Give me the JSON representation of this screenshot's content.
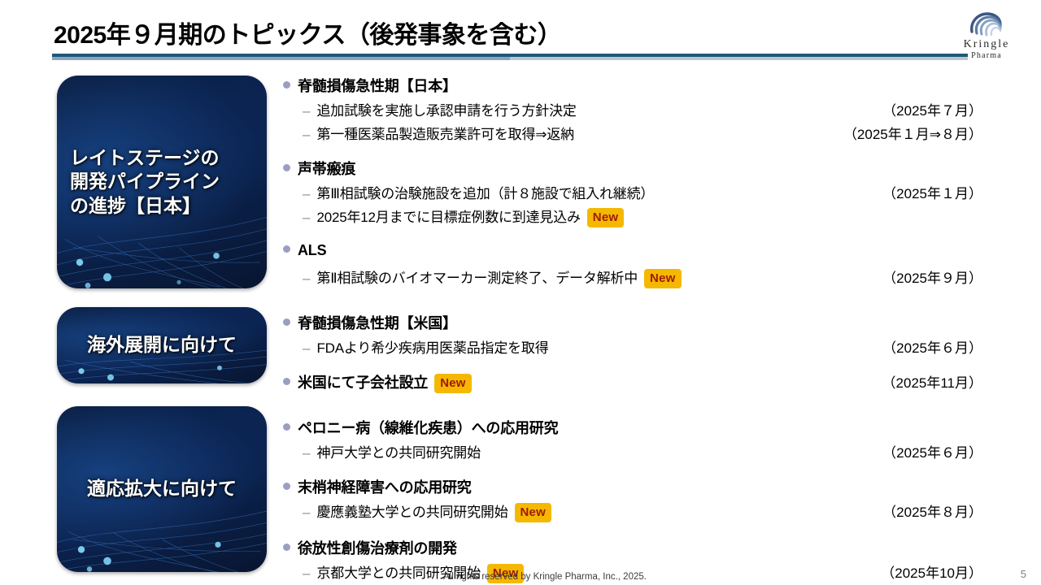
{
  "header": {
    "title": "2025年９月期のトピックス（後発事象を含む）",
    "logo_name": "Kringle",
    "logo_sub": "Pharma",
    "logo_icon": "kringle-swirl-mark"
  },
  "colors": {
    "accent_bar_top": "#1f5878",
    "accent_bar_bottom": "#8ba4bd",
    "badge_bg": "#f5b800",
    "badge_text": "#a01a08",
    "bullet": "#9a9ec4",
    "card_navy": "#0a1a3a"
  },
  "cards": [
    {
      "label": "レイトステージの\n開発パイプライン\nの進捗【日本】"
    },
    {
      "label": "海外展開に向けて"
    },
    {
      "label": "適応拡大に向けて"
    }
  ],
  "badge_label": "New",
  "sections": [
    {
      "groups": [
        {
          "title": "脊髄損傷急性期【日本】",
          "title_badge": false,
          "title_date": "",
          "subs": [
            {
              "text": "追加試験を実施し承認申請を行う方針決定",
              "badge": false,
              "date": "（2025年７月）"
            },
            {
              "text": "第一種医薬品製造販売業許可を取得⇒返納",
              "badge": false,
              "date": "（2025年１月⇒８月）"
            }
          ]
        },
        {
          "title": "声帯瘢痕",
          "title_badge": false,
          "title_date": "",
          "subs": [
            {
              "text": "第Ⅲ相試験の治験施設を追加（計８施設で組入れ継続）",
              "badge": false,
              "date": "（2025年１月）"
            },
            {
              "text": "2025年12月までに目標症例数に到達見込み",
              "badge": true,
              "date": ""
            }
          ]
        },
        {
          "title": "ALS",
          "title_badge": false,
          "title_date": "",
          "subs": [
            {
              "text": "第Ⅱ相試験のバイオマーカー測定終了、データ解析中",
              "badge": true,
              "date": "（2025年９月）"
            }
          ]
        }
      ]
    },
    {
      "groups": [
        {
          "title": "脊髄損傷急性期【米国】",
          "title_badge": false,
          "title_date": "",
          "subs": [
            {
              "text": "FDAより希少疾病用医薬品指定を取得",
              "badge": false,
              "date": "（2025年６月）"
            }
          ]
        },
        {
          "title": "米国にて子会社設立",
          "title_badge": true,
          "title_date": "（2025年11月）",
          "subs": []
        }
      ]
    },
    {
      "groups": [
        {
          "title": "ペロニー病（線維化疾患）への応用研究",
          "title_badge": false,
          "title_date": "",
          "subs": [
            {
              "text": "神戸大学との共同研究開始",
              "badge": false,
              "date": "（2025年６月）"
            }
          ]
        },
        {
          "title": "末梢神経障害への応用研究",
          "title_badge": false,
          "title_date": "",
          "subs": [
            {
              "text": "慶應義塾大学との共同研究開始",
              "badge": true,
              "date": "（2025年８月）"
            }
          ]
        },
        {
          "title": "徐放性創傷治療剤の開発",
          "title_badge": false,
          "title_date": "",
          "subs": [
            {
              "text": "京都大学との共同研究開始",
              "badge": true,
              "date": "（2025年10月）"
            }
          ]
        }
      ]
    }
  ],
  "footer": {
    "copyright": "All rights reserved by Kringle Pharma, Inc., 2025.",
    "page_number": "5"
  }
}
